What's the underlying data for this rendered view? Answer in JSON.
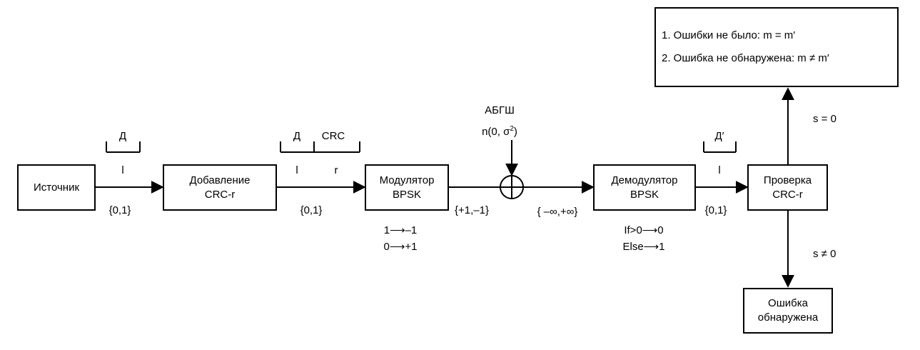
{
  "blocks": {
    "source": [
      "Источник"
    ],
    "crc_add": [
      "Добавление",
      "CRC-r"
    ],
    "modulator": [
      "Модулятор",
      "BPSK"
    ],
    "demodulator": [
      "Демодулятор",
      "BPSK"
    ],
    "crc_check": [
      "Проверка",
      "CRC-r"
    ],
    "error_detected": [
      "Ошибка",
      "обнаружена"
    ]
  },
  "result": {
    "line1": "1. Ошибки не было: m = m′",
    "line2": "2. Ошибка не обнаружена: m ≠ m′"
  },
  "labels": {
    "d1": "Д",
    "l1": "l",
    "set1": "{0,1}",
    "d2": "Д",
    "crc": "CRC",
    "l2": "l",
    "r": "r",
    "set2": "{0,1}",
    "set3": "{+1,–1}",
    "map1": "1⟶–1",
    "map2": "0⟶+1",
    "awgn": "АБГШ",
    "noise_prefix": "n(0, σ",
    "noise_sup": "2",
    "noise_suffix": ")",
    "range": "{ –∞,+∞}",
    "rule1": "If>0⟶0",
    "rule2": "Else⟶1",
    "d3": "Д′",
    "l3": "l",
    "set4": "{0,1}",
    "s0": "s = 0",
    "sne0": "s ≠ 0"
  }
}
